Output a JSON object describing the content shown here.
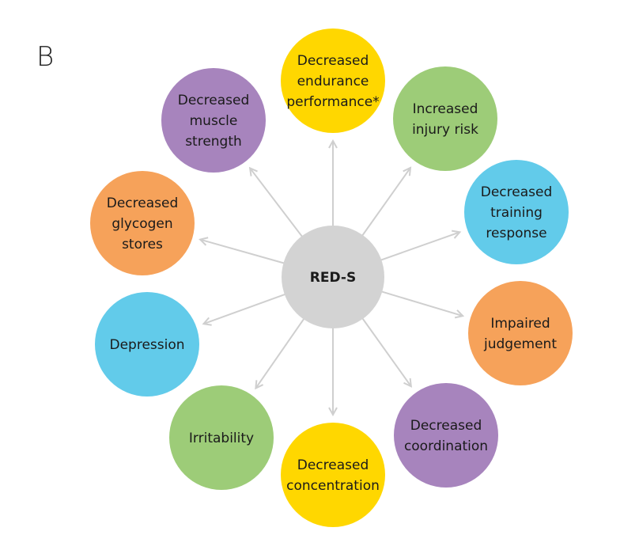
{
  "panel_label": "B",
  "center": {
    "label": "RED-S",
    "color": "#d3d3d3"
  },
  "arrow_color": "#cfcfcf",
  "nodes": [
    {
      "id": "decreased-endurance-performance",
      "lines": [
        "Decreased",
        "endurance",
        "performance*"
      ],
      "color": "#ffd700"
    },
    {
      "id": "increased-injury-risk",
      "lines": [
        "Increased",
        "injury risk"
      ],
      "color": "#9dcc78"
    },
    {
      "id": "decreased-training-response",
      "lines": [
        "Decreased",
        "training",
        "response"
      ],
      "color": "#62cbea"
    },
    {
      "id": "impaired-judgement",
      "lines": [
        "Impaired",
        "judgement"
      ],
      "color": "#f6a25a"
    },
    {
      "id": "decreased-coordination",
      "lines": [
        "Decreased",
        "coordination"
      ],
      "color": "#a784bd"
    },
    {
      "id": "decreased-concentration",
      "lines": [
        "Decreased",
        "concentration"
      ],
      "color": "#ffd700"
    },
    {
      "id": "irritability",
      "lines": [
        "Irritability"
      ],
      "color": "#9dcc78"
    },
    {
      "id": "depression",
      "lines": [
        "Depression"
      ],
      "color": "#62cbea"
    },
    {
      "id": "decreased-glycogen-stores",
      "lines": [
        "Decreased",
        "glycogen",
        "stores"
      ],
      "color": "#f6a25a"
    },
    {
      "id": "decreased-muscle-strength",
      "lines": [
        "Decreased",
        "muscle",
        "strength"
      ],
      "color": "#a784bd"
    }
  ]
}
